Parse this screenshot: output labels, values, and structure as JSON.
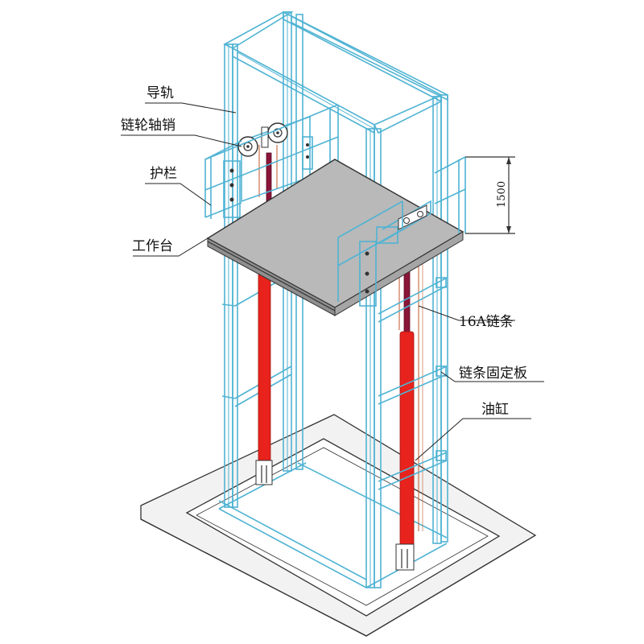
{
  "labels": {
    "guide_rail": "导轨",
    "sprocket_pin": "链轮轴销",
    "guardrail": "护栏",
    "platform": "工作台",
    "chain": "16A链条",
    "chain_plate": "链条固定板",
    "cylinder": "油缸"
  },
  "dimension": {
    "height": "1500"
  },
  "colors": {
    "frame": "#4fb3d3",
    "cylinder": "#e8221c",
    "rod": "#8a1538",
    "platform": "#b9b9b9",
    "base": "#f2f2f2",
    "lines": "#333333"
  }
}
